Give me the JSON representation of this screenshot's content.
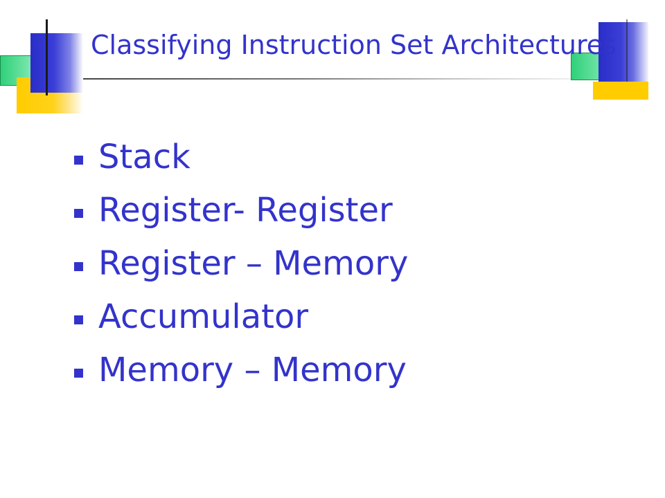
{
  "slide": {
    "title": "Classifying Instruction Set Architectures",
    "bullets": [
      {
        "label": "Stack"
      },
      {
        "label": "Register- Register"
      },
      {
        "label": "Register – Memory"
      },
      {
        "label": "Accumulator"
      },
      {
        "label": "Memory – Memory"
      }
    ]
  },
  "colors": {
    "title_text": "#3333cc",
    "bullet_text": "#3333cc",
    "accent_blue": "#2a2ec8",
    "accent_green": "#2fd17a",
    "accent_yellow": "#ffcc00"
  }
}
